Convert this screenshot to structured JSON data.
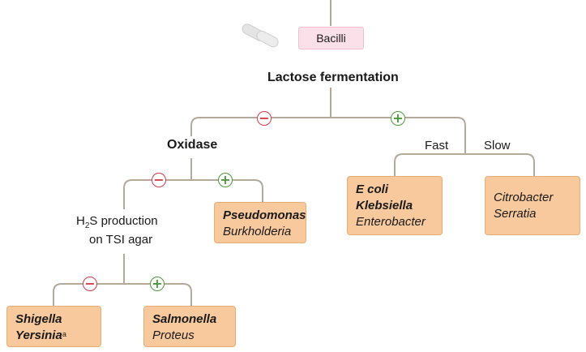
{
  "root": {
    "label": "Bacilli",
    "icon": "bacilli-rods-icon"
  },
  "level1": {
    "label": "Lactose fermentation"
  },
  "signs": {
    "negative": "−",
    "positive": "+"
  },
  "left_branch": {
    "label": "Oxidase",
    "negative": {
      "label_line1_prefix": "H",
      "label_line1_sub": "2",
      "label_line1_suffix": "S production",
      "label_line2": "on TSI agar",
      "negative_box": {
        "line1": "Shigella",
        "line2": "Yersinia",
        "line2_sup": "a"
      },
      "positive_box": {
        "line1": "Salmonella",
        "line2": "Proteus"
      }
    },
    "positive_box": {
      "line1": "Pseudomonas",
      "line2": "Burkholderia"
    }
  },
  "right_branch": {
    "fast": {
      "label": "Fast",
      "line1": "E coli",
      "line2": "Klebsiella",
      "line3": "Enterobacter"
    },
    "slow": {
      "label": "Slow",
      "line1": "Citrobacter",
      "line2": "Serratia"
    }
  },
  "colors": {
    "box_fill": "#f8c99c",
    "pill_fill": "#fbe0ea",
    "connector": "#b5a99c",
    "negative": "#d63a46",
    "positive": "#4a9a3a"
  }
}
